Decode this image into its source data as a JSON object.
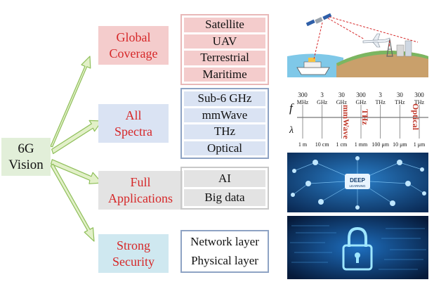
{
  "center": {
    "line1": "6G",
    "line2": "Vision"
  },
  "categories": [
    {
      "line1": "Global",
      "line2": "Coverage",
      "items": [
        "Satellite",
        "UAV",
        "Terrestrial",
        "Maritime"
      ]
    },
    {
      "line1": "All",
      "line2": "Spectra",
      "items": [
        "Sub-6 GHz",
        "mmWave",
        "THz",
        "Optical"
      ]
    },
    {
      "line1": "Full",
      "line2": "Applications",
      "items": [
        "AI",
        "Big data"
      ]
    },
    {
      "line1": "Strong",
      "line2": "Security",
      "items": [
        "Network layer",
        "Physical layer"
      ]
    }
  ],
  "spectrum": {
    "freq_symbol": "f",
    "wave_symbol": "λ",
    "freq_values": [
      "300",
      "3",
      "30",
      "300",
      "3",
      "30",
      "300"
    ],
    "freq_units": [
      "MHz",
      "GHz",
      "GHz",
      "GHz",
      "THz",
      "THz",
      "THz"
    ],
    "wavelengths": [
      "1 m",
      "10 cm",
      "1 cm",
      "1 mm",
      "100 μm",
      "10 μm",
      "1 μm"
    ],
    "band_labels": [
      "mmWave",
      "THz",
      "Optical"
    ]
  },
  "deep_learning": {
    "line1": "DEEP",
    "line2": "LEARNING"
  },
  "colors": {
    "category_text": "#d62728",
    "arrow_fill": "#e2f0c8",
    "arrow_stroke": "#8fbf5a"
  }
}
